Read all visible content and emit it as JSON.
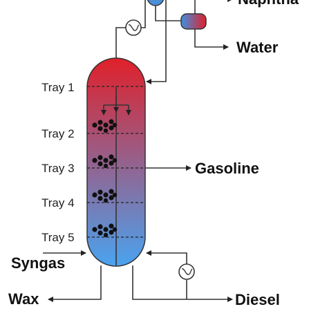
{
  "diagram": {
    "trays": [
      {
        "label": "Tray 1"
      },
      {
        "label": "Tray 2"
      },
      {
        "label": "Tray 3"
      },
      {
        "label": "Tray 4"
      },
      {
        "label": "Tray 5"
      }
    ],
    "streams": {
      "naphtha": "Naphtha",
      "water": "Water",
      "gasoline": "Gasoline",
      "syngas": "Syngas",
      "wax": "Wax",
      "diesel": "Diesel"
    },
    "colors": {
      "column_top": "#e0202a",
      "column_bottom": "#4aa3f0",
      "pipe": "#333333",
      "catalyst": "#111111"
    },
    "icons": [
      "heat-exchanger-icon",
      "separator-vessel-icon",
      "pump-icon",
      "catalyst-particles-icon",
      "arrow-icon"
    ]
  }
}
